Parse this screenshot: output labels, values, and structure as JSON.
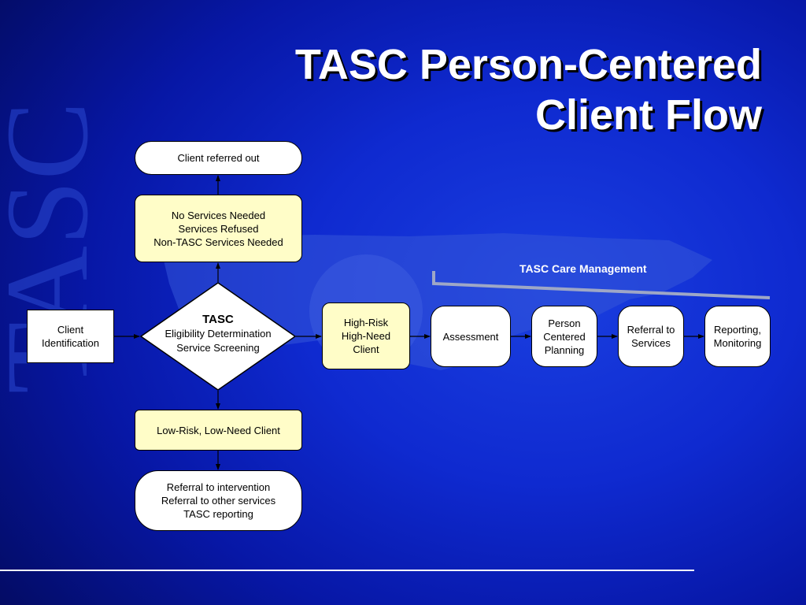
{
  "slide": {
    "title_line1": "TASC Person-Centered",
    "title_line2": "Client Flow",
    "watermark": "TASC"
  },
  "colors": {
    "background": "#0f2ad0",
    "pale_box": "#fffdc8",
    "white_box": "#ffffff",
    "title": "#ffffff"
  },
  "nodes": {
    "client_identification": "Client\nIdentification",
    "tasc_heading": "TASC",
    "tasc_line1": "Eligibility Determination",
    "tasc_line2": "Service Screening",
    "referred_out": "Client referred out",
    "no_services_1": "No Services Needed",
    "no_services_2": "Services Refused",
    "no_services_3": "Non-TASC Services Needed",
    "low_risk": "Low-Risk, Low-Need Client",
    "referral_1": "Referral to intervention",
    "referral_2": "Referral to other services",
    "referral_3": "TASC reporting",
    "high_risk_1": "High-Risk",
    "high_risk_2": "High-Need",
    "high_risk_3": "Client",
    "assessment": "Assessment",
    "person_1": "Person",
    "person_2": "Centered",
    "person_3": "Planning",
    "referral_services_1": "Referral to",
    "referral_services_2": "Services",
    "reporting_1": "Reporting,",
    "reporting_2": "Monitoring"
  },
  "care_management_label": "TASC Care Management"
}
